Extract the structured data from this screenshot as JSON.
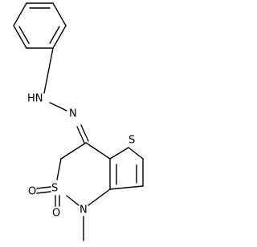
{
  "molecule": {
    "atom_labels": {
      "hydrazine_nh": "HN",
      "hydrazone_n": "N",
      "thiophene_s": "S",
      "sulfonyl_s": "S",
      "sulfonyl_o_left": "O",
      "sulfonyl_o_bottom": "O",
      "ring_n": "N"
    }
  }
}
